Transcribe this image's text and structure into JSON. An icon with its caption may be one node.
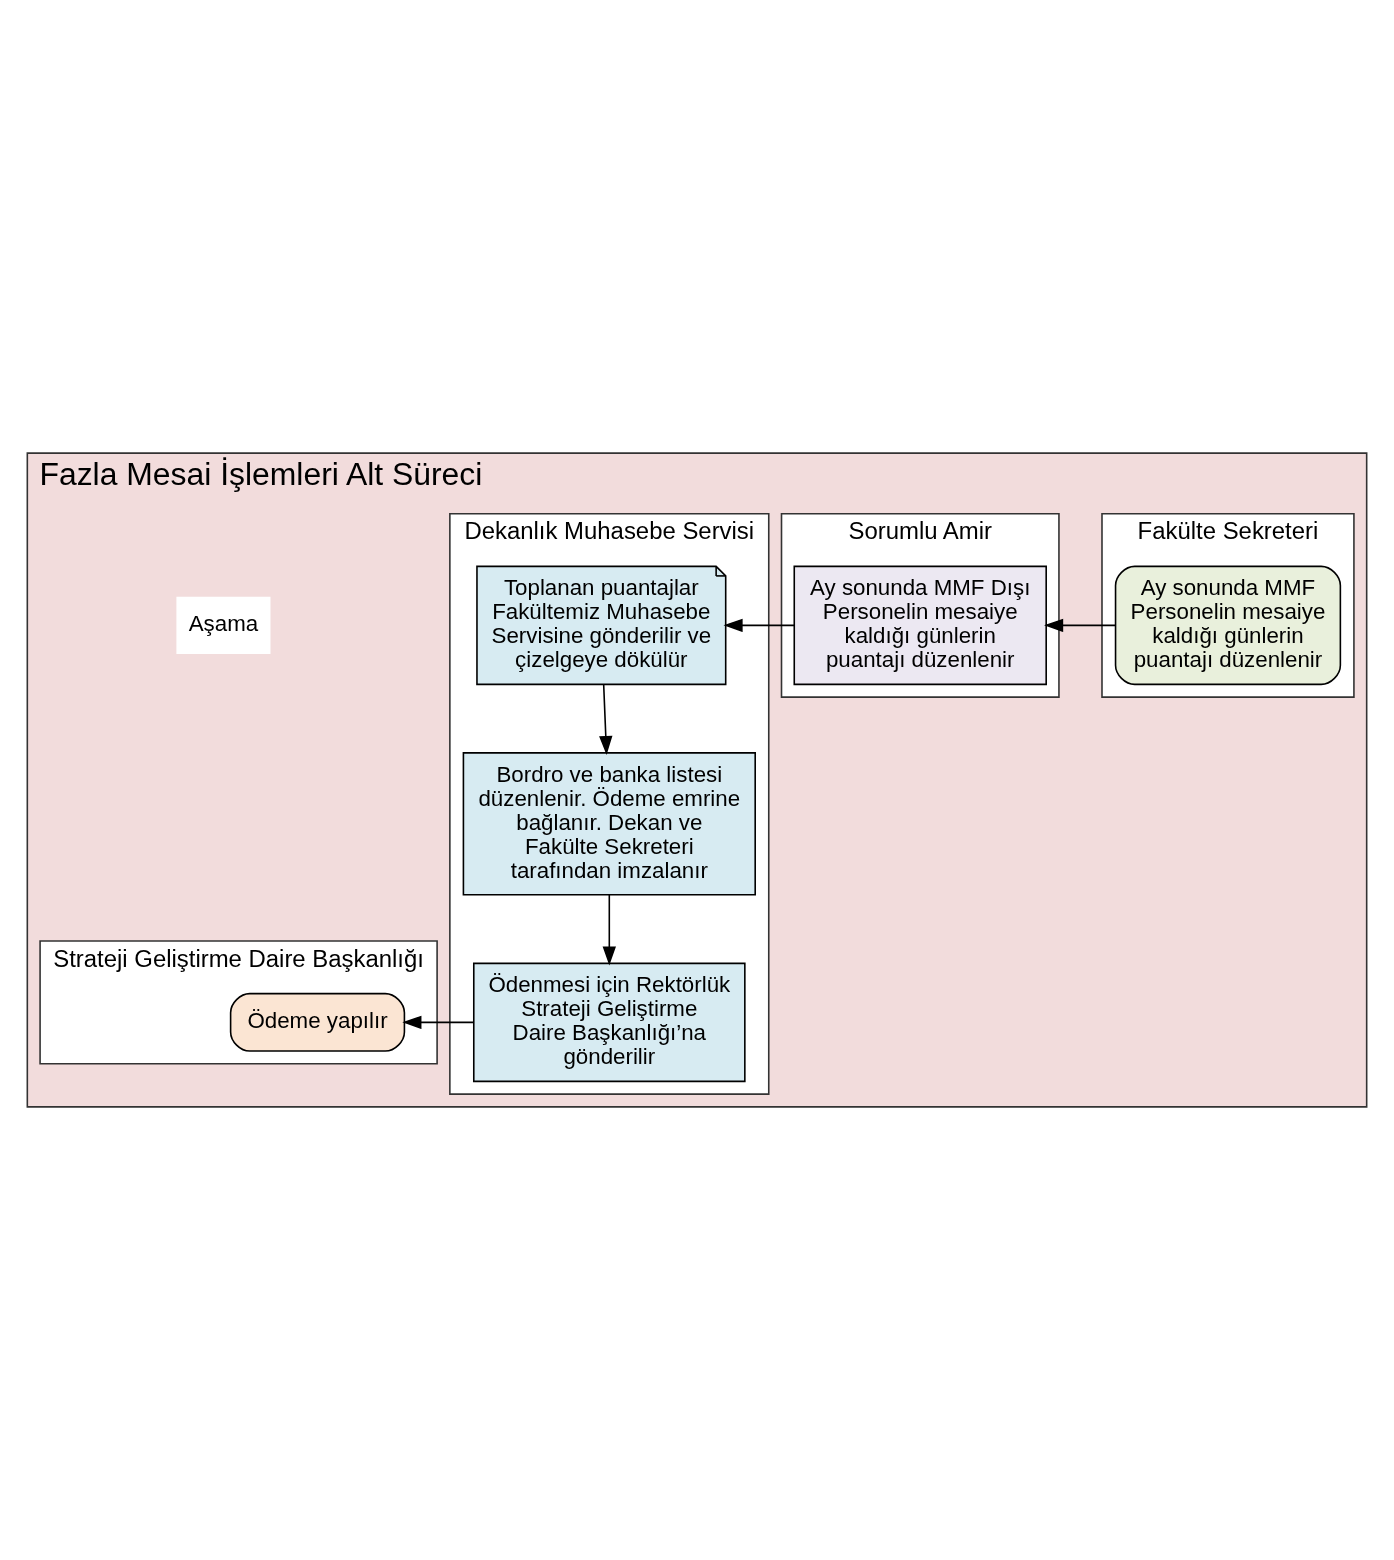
{
  "diagram": {
    "nodes": [
      {
        "text": [
          "Fazla Mesai İşlemleri Alt Süreci"
        ]
      },
      {
        "text": [
          "Fakülte Sekreteri"
        ],
        "in": 0
      },
      {
        "text": [
          "Sorumlu Amir"
        ],
        "in": 0
      },
      {
        "text": [
          "Dekanlık Muhasebe Servisi"
        ],
        "in": 0
      },
      {
        "text": [
          "Strateji Geliştirme Daire Başkanlığı"
        ],
        "in": 0
      },
      {
        "text": [
          "Ay sonunda MMF Personelin mesaiye kaldığı günlerin puantajı düzenlenir"
        ],
        "in": 1
      },
      {
        "text": [
          "Ay sonunda MMF Dışı Personelin mesaiye kaldığı günlerin puantajı düzenlenir"
        ],
        "in": 2
      },
      {
        "text": [
          "Toplanan puantajlar Fakültemiz Muhasebe Servisine gönderilir ve çizelgeye dökülür"
        ],
        "in": 3
      },
      {
        "text": [
          "Bordro ve banka listesi düzenlenir. Ödeme emrine bağlanır. Dekan ve Fakülte Sekreteri tarafından imzalanır"
        ],
        "in": 3
      },
      {
        "text": [
          "Ödenmesi için Rektörlük Strateji Geliştirme Daire Başkanlığı’na gönderilir"
        ],
        "in": 3
      },
      {
        "text": [
          "Ödeme yapılır"
        ],
        "in": 4
      }
    ],
    "edges": [
      {
        "from": 5,
        "to": 6,
        "arrow": "to"
      },
      {
        "from": 6,
        "to": 7,
        "arrow": "to"
      },
      {
        "from": 7,
        "to": 8,
        "arrow": "to"
      },
      {
        "from": 8,
        "to": 9,
        "arrow": "to"
      },
      {
        "from": 9,
        "to": 10,
        "arrow": "to"
      }
    ],
    "labels": [
      "Aşama"
    ]
  }
}
